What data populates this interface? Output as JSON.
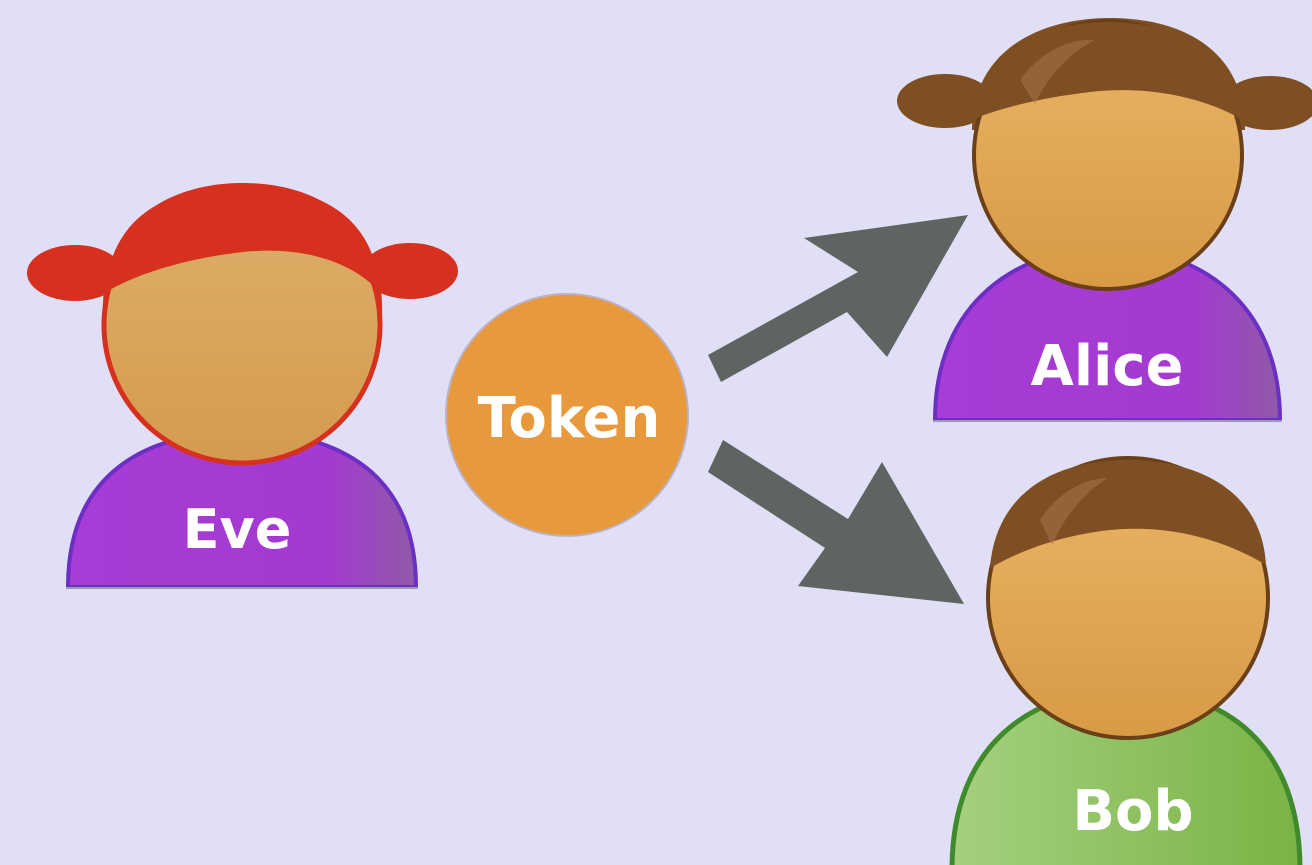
{
  "colors": {
    "background": "#e1dff6",
    "skin": "#dfa04e",
    "skin_outline": "#6b3f17",
    "eve_hair": "#d6301f",
    "brown_hair": "#7d4f23",
    "purple_shirt": "#a53ad2",
    "purple_outline": "#6b2fc4",
    "green_shirt": "#8cc155",
    "green_outline": "#3f8a2a",
    "token_fill": "#e8993c",
    "arrow": "#5f6362",
    "label_text": "#ffffff"
  },
  "people": {
    "eve": {
      "label": "Eve"
    },
    "alice": {
      "label": "Alice"
    },
    "bob": {
      "label": "Bob"
    }
  },
  "token": {
    "label": "Token"
  },
  "arrows": [
    {
      "from": "token",
      "to": "alice"
    },
    {
      "from": "token",
      "to": "bob"
    }
  ]
}
